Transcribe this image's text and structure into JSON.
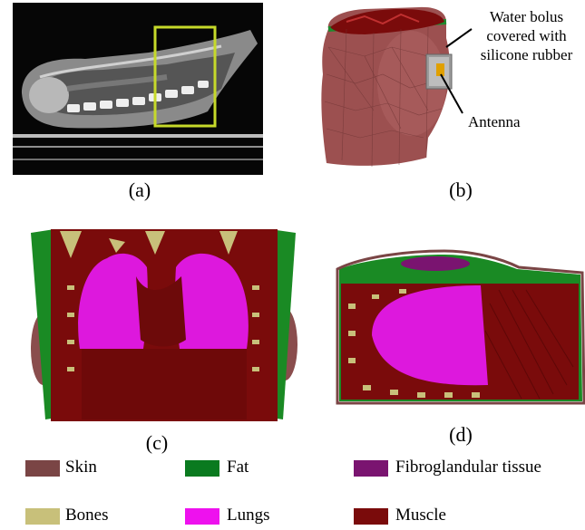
{
  "captions": {
    "a": "(a)",
    "b": "(b)",
    "c": "(c)",
    "d": "(d)"
  },
  "annotations": {
    "bolus": [
      "Water bolus",
      "covered with",
      "silicone rubber"
    ],
    "antenna": "Antenna"
  },
  "legend": [
    {
      "label": "Skin",
      "color": "#7a4545"
    },
    {
      "label": "Fat",
      "color": "#0a7a1f"
    },
    {
      "label": "Fibroglandular tissue",
      "color": "#7a1470"
    },
    {
      "label": "Bones",
      "color": "#c8c07a"
    },
    {
      "label": "Lungs",
      "color": "#ee11ee"
    },
    {
      "label": "Muscle",
      "color": "#7a0b0b"
    }
  ]
}
